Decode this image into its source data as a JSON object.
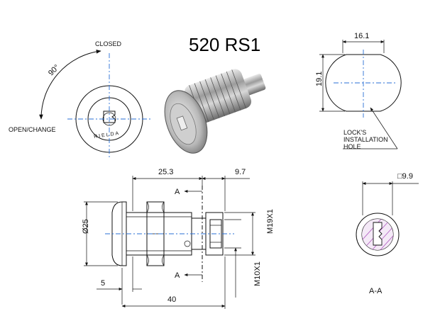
{
  "title": "520 RS1",
  "front_view": {
    "angle_label": "90°",
    "closed_label": "CLOSED",
    "open_label": "OPEN/CHANGE",
    "brand_text": "RIELDA"
  },
  "hole_view": {
    "width": "16.1",
    "height": "19.1",
    "note_line1": "LOCK'S",
    "note_line2": "INSTALLATION",
    "note_line3": "HOLE"
  },
  "side_view": {
    "dim_top_left": "25.3",
    "dim_top_right": "9.7",
    "section_mark": "A",
    "diameter": "Ø25",
    "thread_main": "M19X1",
    "thread_tail": "M10X1",
    "dim_small": "5",
    "dim_total": "40"
  },
  "section_view": {
    "square": "□9.9",
    "label": "A-A"
  }
}
